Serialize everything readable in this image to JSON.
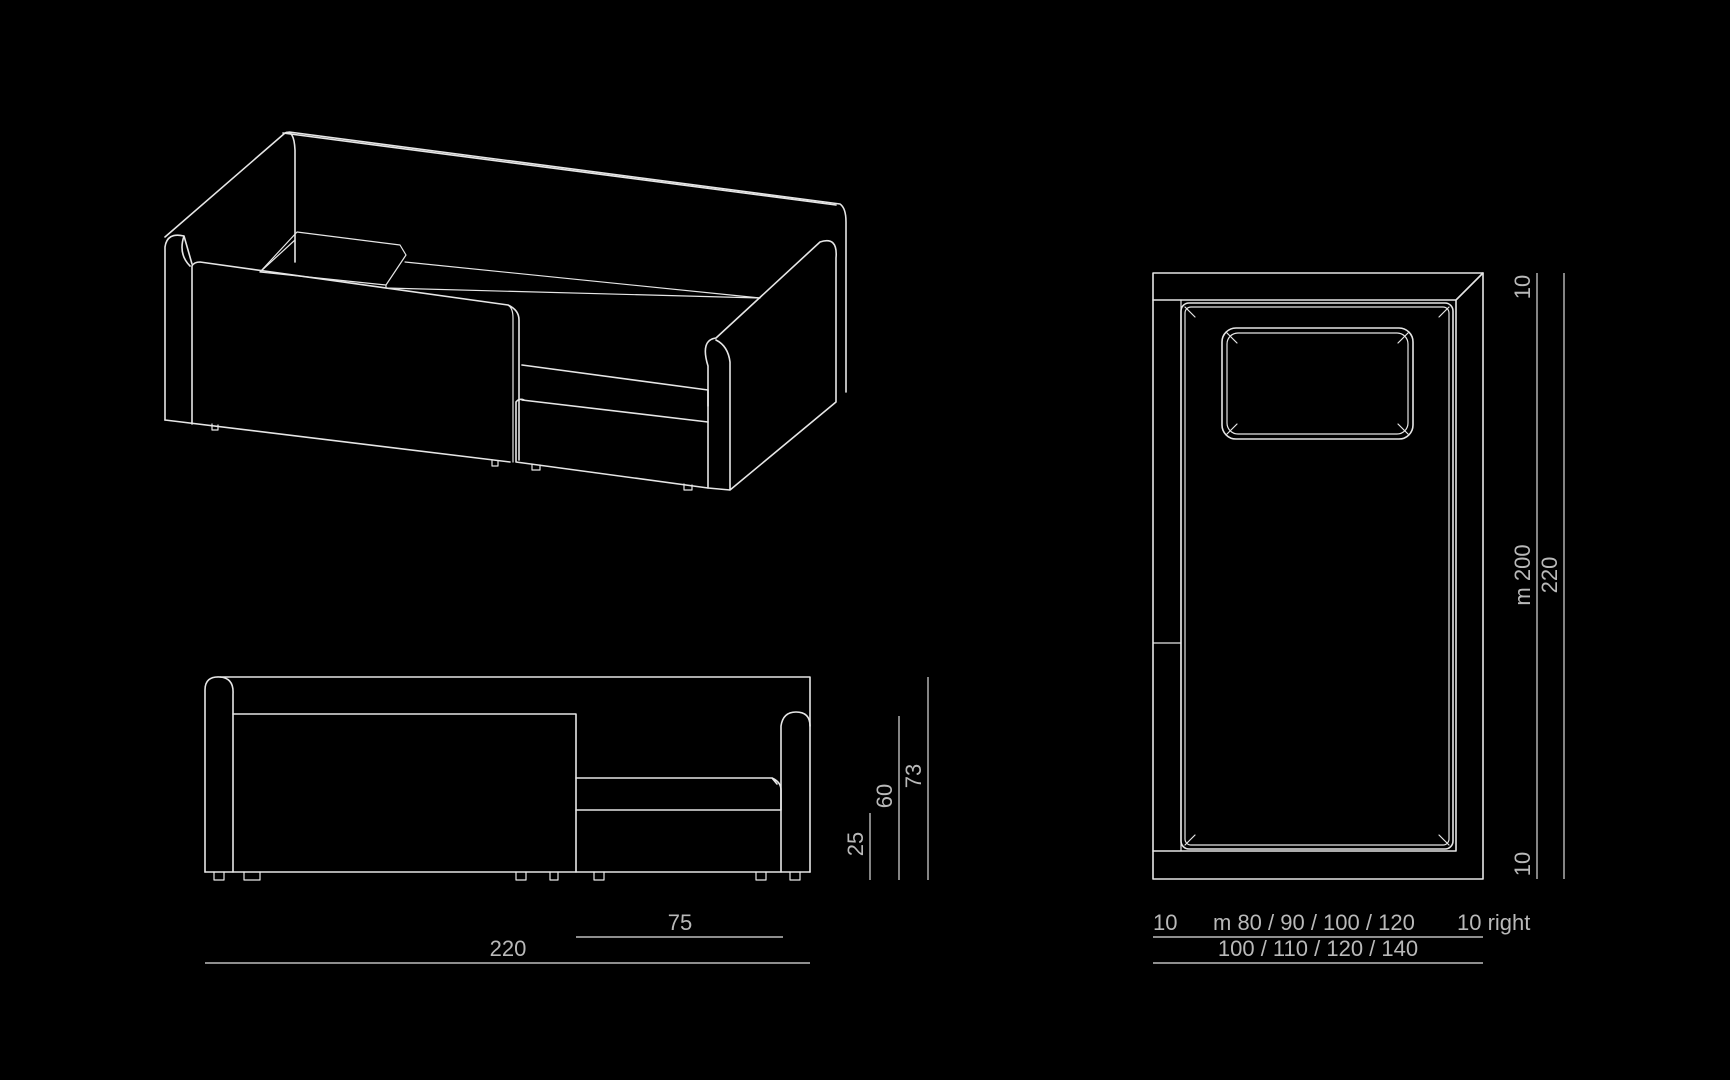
{
  "colors": {
    "background": "#000000",
    "line": "#e6e6e6",
    "label": "#b9b9b9"
  },
  "front_view": {
    "overall_length": "220",
    "seat_depth": "75",
    "leg_height": "25",
    "seat_height": "60",
    "total_height": "73"
  },
  "plan_view": {
    "left_side": "10",
    "mattress_width": "m 80 / 90 / 100 / 120",
    "right_side": "10 right",
    "overall_width": "100 / 110 / 120 / 140",
    "top_side": "10",
    "bottom_side": "10",
    "mattress_length": "m 200",
    "overall_length": "220"
  }
}
